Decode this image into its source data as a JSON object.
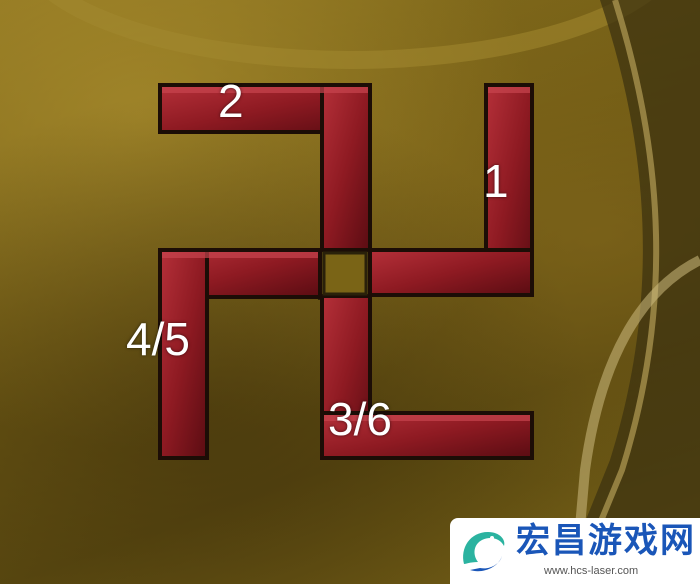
{
  "puzzle": {
    "labels": {
      "one": "1",
      "two": "2",
      "four_five": "4/5",
      "three_six": "3/6"
    }
  },
  "watermark": {
    "title": "宏昌游戏网",
    "url": "www.hcs-laser.com"
  },
  "colors": {
    "bar": "#8e1a22",
    "bar_dark": "#5a0c12",
    "bar_light": "#c8444e",
    "bar_border": "#1c0d06",
    "background": "#6f5a14",
    "label": "#ffffff",
    "watermark_text": "#1a56b8"
  }
}
